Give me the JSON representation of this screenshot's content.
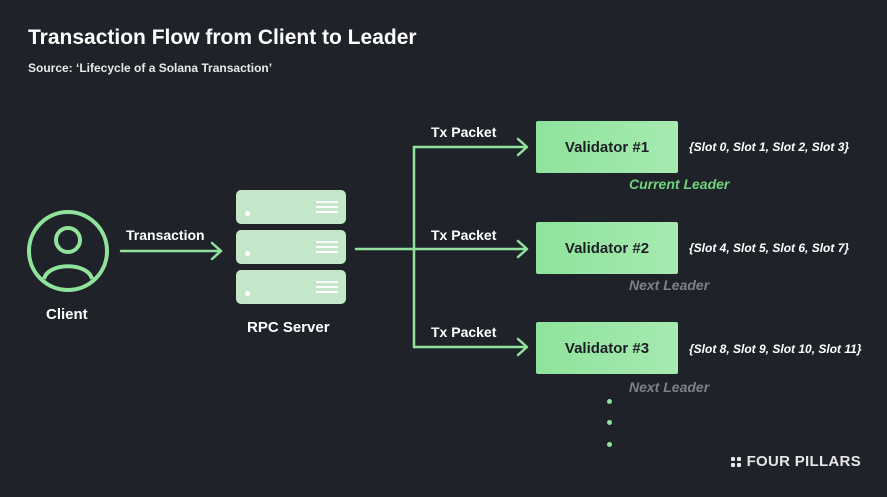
{
  "header": {
    "title": "Transaction Flow from Client to Leader",
    "subtitle": "Source: ‘Lifecycle of a Solana Transaction’"
  },
  "nodes": {
    "client": {
      "label": "Client",
      "icon": "user-icon"
    },
    "rpc_server": {
      "label": "RPC Server",
      "icon": "server-icon"
    },
    "validators": [
      {
        "label": "Validator #1",
        "slots": "{Slot 0, Slot 1, Slot 2, Slot 3}",
        "role": "Current Leader"
      },
      {
        "label": "Validator #2",
        "slots": "{Slot 4, Slot 5, Slot 6, Slot 7}",
        "role": "Next Leader"
      },
      {
        "label": "Validator #3",
        "slots": "{Slot 8, Slot 9, Slot 10, Slot 11}",
        "role": "Next Leader"
      }
    ]
  },
  "edges": {
    "client_to_rpc": "Transaction",
    "tx_packet": [
      "Tx Packet",
      "Tx Packet",
      "Tx Packet"
    ]
  },
  "brand": {
    "name": "FOUR PILLARS"
  },
  "colors": {
    "accent": "#8fe39c",
    "current_leader": "#6fd47d",
    "next_leader": "#7c8087",
    "background": "#1f2329"
  }
}
